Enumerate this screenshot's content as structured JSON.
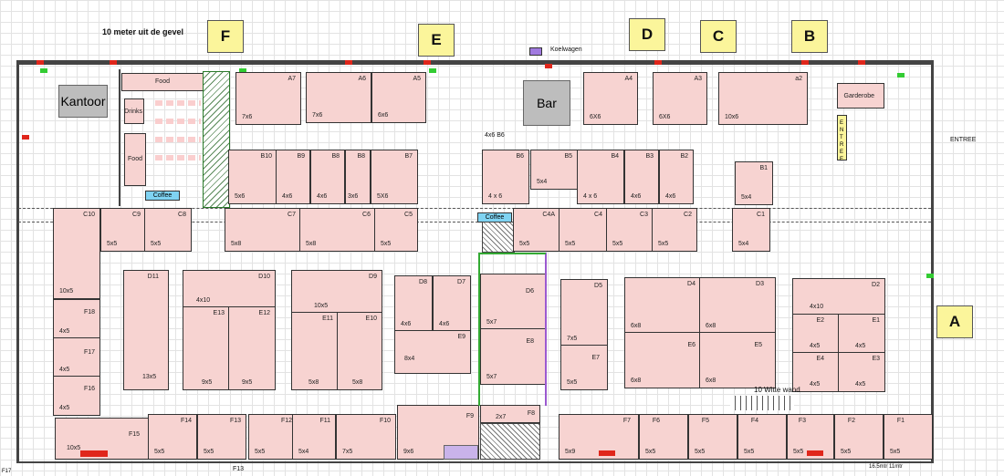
{
  "title": "10 meter uit de gevel",
  "zone_signs": [
    "F",
    "E",
    "D",
    "C",
    "B",
    "A"
  ],
  "labels": {
    "kantoor": "Kantoor",
    "food1": "Food",
    "drinks": "Drinks",
    "food2": "Food",
    "coffee1": "Coffee",
    "coffee2": "Coffee",
    "bar": "Bar",
    "garderobe": "Garderobe",
    "entree_sign": "ENTREE",
    "entree": "ENTREE",
    "koelwagen": "Koelwagen",
    "witte_wand": "10 Witte wand",
    "bottom_dim": "16.5mtr 11mtr",
    "f13_bottom": "F13",
    "f17": "F17",
    "b6_small": "4x6 B6"
  },
  "booths": {
    "A7": {
      "id": "A7",
      "size": "7x6"
    },
    "A6": {
      "id": "A6",
      "size": "7x6"
    },
    "A5": {
      "id": "A5",
      "size": "6x6"
    },
    "A4": {
      "id": "A4",
      "size": "6X6"
    },
    "A3": {
      "id": "A3",
      "size": "6X6"
    },
    "A2": {
      "id": "a2",
      "size": "10x6"
    },
    "B10": {
      "id": "B10",
      "size": "5x6"
    },
    "B9": {
      "id": "B9",
      "size": "4x6"
    },
    "B8": {
      "id": "B8",
      "size": "4x6"
    },
    "B8b": {
      "id": "B8",
      "size": "3x6"
    },
    "B7": {
      "id": "B7",
      "size": "5X6"
    },
    "B6": {
      "id": "B6",
      "size": "4 x 6"
    },
    "B5": {
      "id": "B5",
      "size": "5x4"
    },
    "B4": {
      "id": "B4",
      "size": "4 x 6"
    },
    "B3": {
      "id": "B3",
      "size": "4x6"
    },
    "B2": {
      "id": "B2",
      "size": "4x6"
    },
    "B1": {
      "id": "B1",
      "size": "5x4"
    },
    "C10": {
      "id": "C10",
      "size": "10x5"
    },
    "C9": {
      "id": "C9",
      "size": "5x5"
    },
    "C8": {
      "id": "C8",
      "size": "5x5"
    },
    "C7": {
      "id": "C7",
      "size": "5x8"
    },
    "C6": {
      "id": "C6",
      "size": "5x8"
    },
    "C5": {
      "id": "C5",
      "size": "5x5"
    },
    "C4A": {
      "id": "C4A",
      "size": "5x5"
    },
    "C4": {
      "id": "C4",
      "size": "5x5"
    },
    "C3": {
      "id": "C3",
      "size": "5x5"
    },
    "C2": {
      "id": "C2",
      "size": "5x5"
    },
    "C1": {
      "id": "C1",
      "size": "5x4"
    },
    "D11": {
      "id": "D11",
      "size": "13x5"
    },
    "D10": {
      "id": "D10",
      "size": "4x10"
    },
    "D9": {
      "id": "D9",
      "size": "10x5"
    },
    "D8": {
      "id": "D8",
      "size": "4x6"
    },
    "D7": {
      "id": "D7",
      "size": "4x6"
    },
    "D6": {
      "id": "D6",
      "size": "5x7"
    },
    "D5": {
      "id": "D5",
      "size": "7x5"
    },
    "D4": {
      "id": "D4",
      "size": "6x8"
    },
    "D3": {
      "id": "D3",
      "size": "6x8"
    },
    "D2": {
      "id": "D2",
      "size": "4x10"
    },
    "E13": {
      "id": "E13",
      "size": "9x5"
    },
    "E12": {
      "id": "E12",
      "size": "9x5"
    },
    "E11": {
      "id": "E11",
      "size": "5x8"
    },
    "E10": {
      "id": "E10",
      "size": "5x8"
    },
    "E9": {
      "id": "E9",
      "size": "8x4"
    },
    "E8": {
      "id": "E8",
      "size": "5x7"
    },
    "E7": {
      "id": "E7",
      "size": "5x5"
    },
    "E6": {
      "id": "E6",
      "size": "6x8"
    },
    "E5": {
      "id": "E5",
      "size": "6x8"
    },
    "E4": {
      "id": "E4",
      "size": "4x5"
    },
    "E3": {
      "id": "E3",
      "size": "4x5"
    },
    "E2": {
      "id": "E2",
      "size": "4x5"
    },
    "E1": {
      "id": "E1",
      "size": "4x5"
    },
    "F18": {
      "id": "F18",
      "size": "4x5"
    },
    "F17": {
      "id": "F17",
      "size": "4x5"
    },
    "F16": {
      "id": "F16",
      "size": "4x5"
    },
    "F15": {
      "id": "F15",
      "size": "10x5"
    },
    "F14": {
      "id": "F14",
      "size": "5x5"
    },
    "F13": {
      "id": "F13",
      "size": "5x5"
    },
    "F12": {
      "id": "F12",
      "size": "5x5"
    },
    "F11": {
      "id": "F11",
      "size": "5x4"
    },
    "F10": {
      "id": "F10",
      "size": "7x5"
    },
    "F9": {
      "id": "F9",
      "size": "9x6"
    },
    "F8": {
      "id": "F8",
      "size": "2x7"
    },
    "F7": {
      "id": "F7",
      "size": "5x9"
    },
    "F6": {
      "id": "F6",
      "size": "5x5"
    },
    "F5": {
      "id": "F5",
      "size": "5x5"
    },
    "F4": {
      "id": "F4",
      "size": "5x5"
    },
    "F3": {
      "id": "F3",
      "size": "5x5"
    },
    "F2": {
      "id": "F2",
      "size": "5x5"
    },
    "F1": {
      "id": "F1",
      "size": "5x5"
    }
  },
  "colors": {
    "booth": "#f7d3d1",
    "sign": "#fbf59b",
    "coffee": "#7fd3f2",
    "marker_red": "#e0261b",
    "marker_green": "#33cc33",
    "marker_purple": "#a07adf"
  }
}
